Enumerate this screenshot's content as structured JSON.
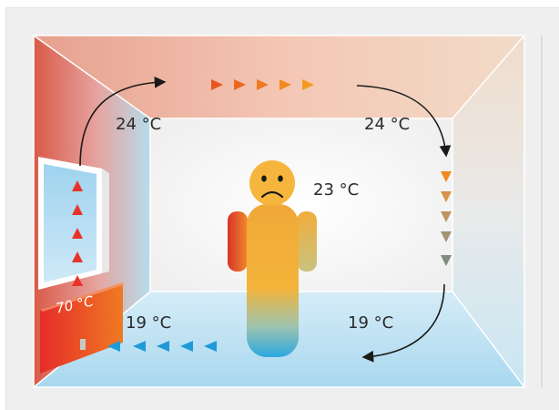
{
  "labels": {
    "top_left": "24 °C",
    "top_right": "24 °C",
    "person": "23 °C",
    "bottom_left": "19 °C",
    "bottom_right": "19 °C",
    "radiator": "70 °C"
  },
  "person": {
    "mood": "unhappy"
  },
  "colors": {
    "warm": "#e0503a",
    "hot": "#e8332a",
    "cool": "#2aa8e0",
    "arrow_warm": "#e8541e",
    "arrow_orange": "#f39a1e",
    "arrow_cool": "#1f9ad8",
    "wall_outline": "#c8c8c8"
  }
}
